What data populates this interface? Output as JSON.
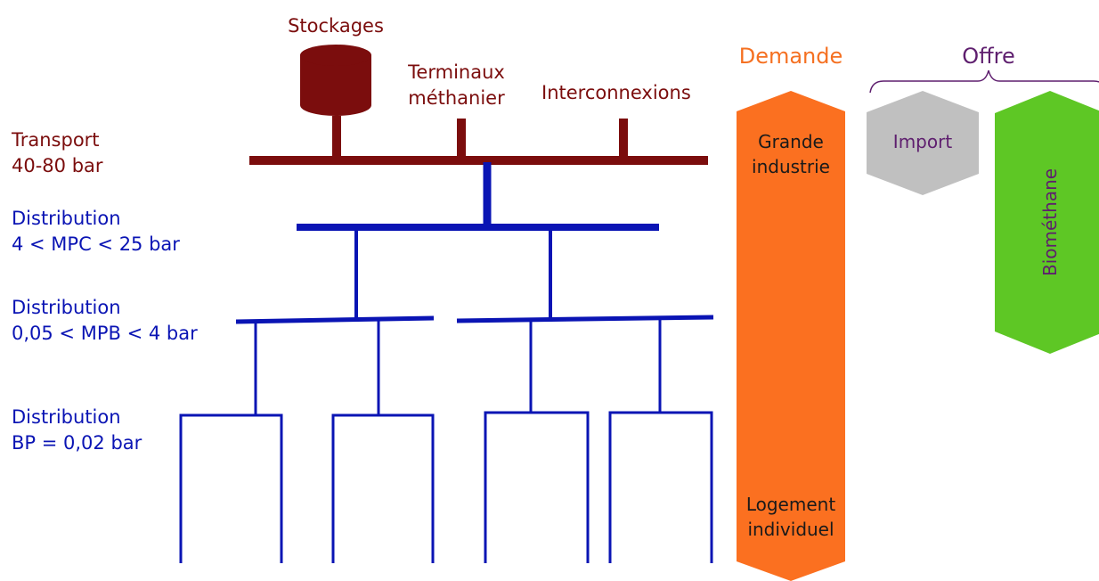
{
  "labels": {
    "stockages": "Stockages",
    "terminaux_line1": "Terminaux",
    "terminaux_line2": "méthanier",
    "interconnexions": "Interconnexions",
    "transport_line1": "Transport",
    "transport_line2": "40-80 bar",
    "dist_mpc_line1": "Distribution",
    "dist_mpc_line2": "4 < MPC < 25 bar",
    "dist_mpb_line1": "Distribution",
    "dist_mpb_line2": "0,05 < MPB < 4 bar",
    "dist_bp_line1": "Distribution",
    "dist_bp_line2": "BP = 0,02 bar",
    "demande": "Demande",
    "offre": "Offre",
    "grande_line1": "Grande",
    "grande_line2": "industrie",
    "logement_line1": "Logement",
    "logement_line2": "individuel",
    "import": "Import",
    "biomethane": "Biométhane"
  },
  "colors": {
    "transport": "#7b0d0d",
    "distribution": "#0a14b4",
    "demande": "#fb7020",
    "offre_bracket": "#5e1e6e",
    "import": "#c0c0c0",
    "biomethane": "#5ec725"
  }
}
